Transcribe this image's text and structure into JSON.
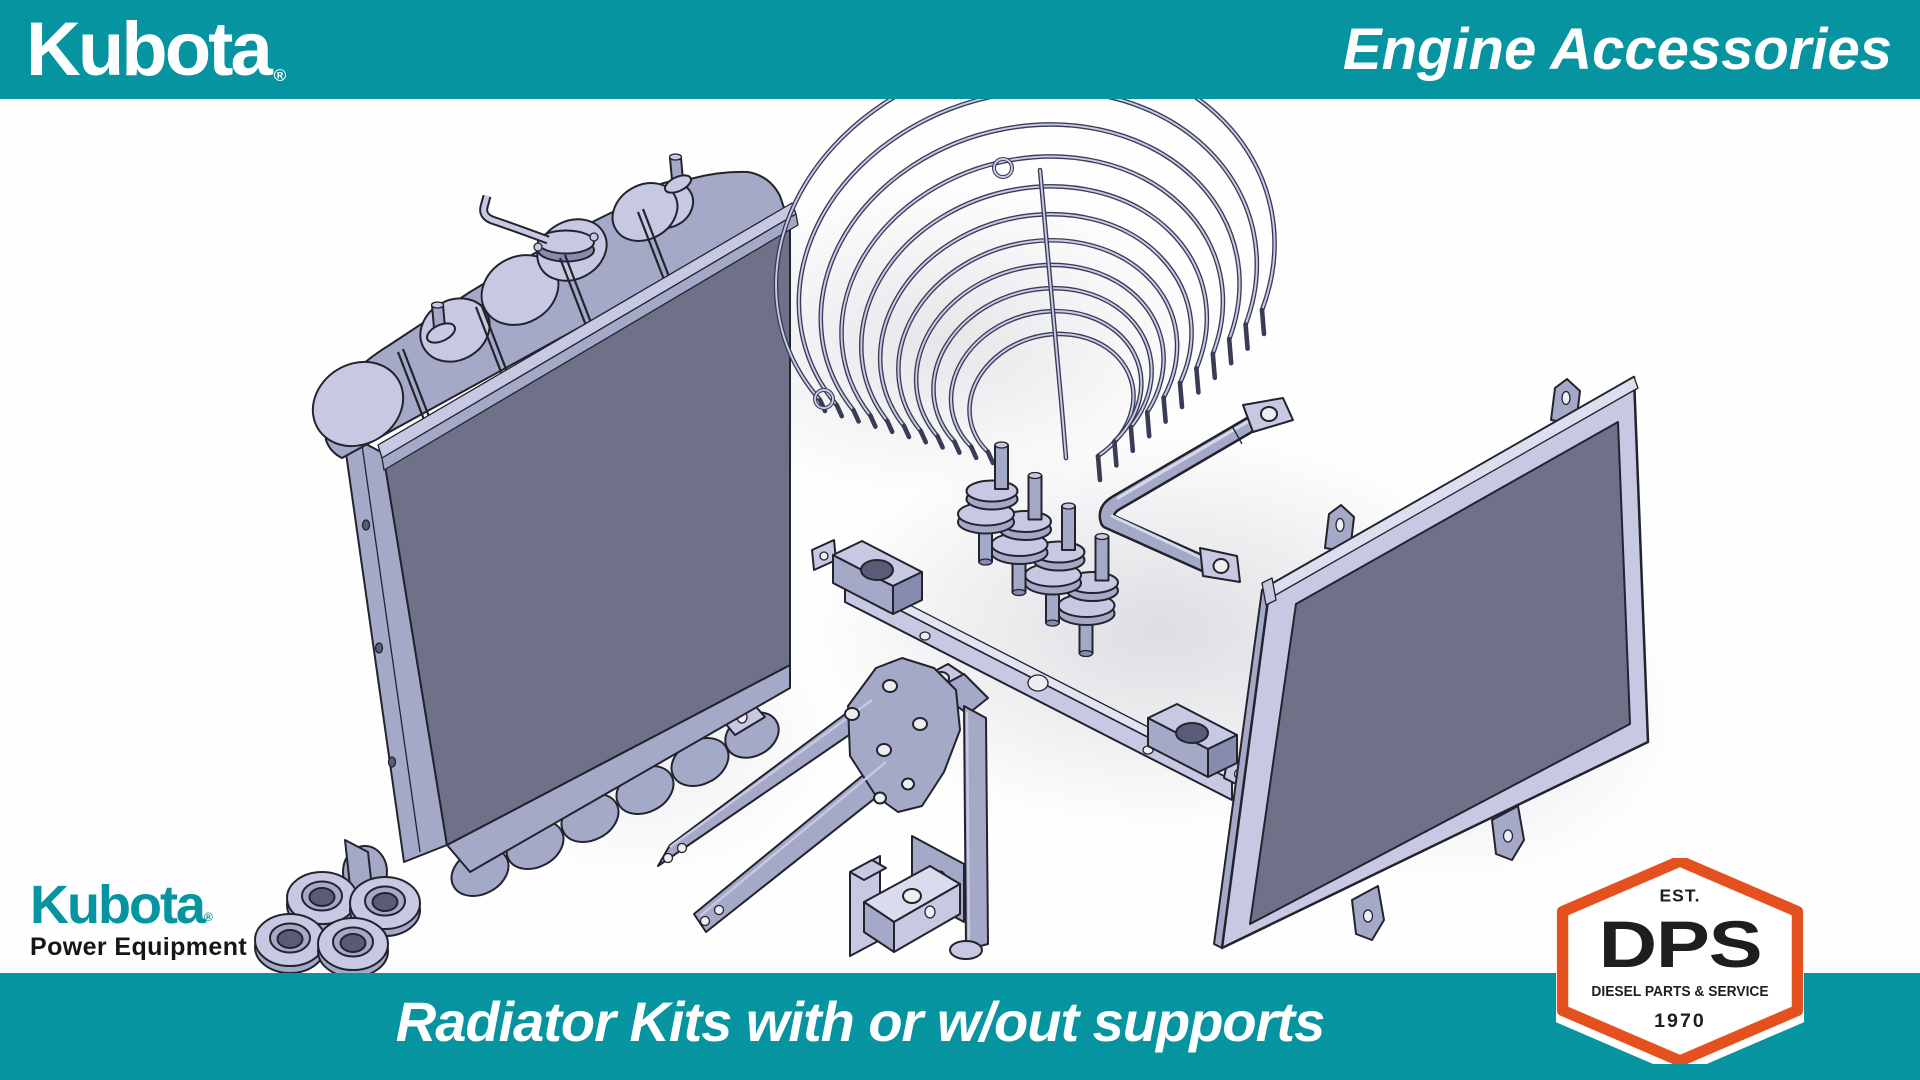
{
  "header": {
    "brand": "Kubota",
    "brand_reg": "®",
    "title": "Engine Accessories"
  },
  "footer": {
    "title": "Radiator Kits with or w/out supports"
  },
  "power_equipment_logo": {
    "brand": "Kubota",
    "reg": "®",
    "subtitle": "Power Equipment"
  },
  "dps_badge": {
    "est": "EST.",
    "name": "DPS",
    "subtitle": "DIESEL PARTS & SERVICE",
    "year": "1970"
  },
  "colors": {
    "teal": "#0694A0",
    "badge_orange": "#E5501F",
    "ink": "#1E1E20",
    "cad_light": "#C6C9E1",
    "cad_mid": "#A5A9C8",
    "cad_shade": "#878BB0",
    "cad_core": "#6F7188",
    "cad_line": "#23232E",
    "wire": "#3A3C55",
    "wire_light": "#C9CCE6",
    "hole_bg": "#EDEDF2"
  },
  "illustration": {
    "parts": [
      "radiator-assembly",
      "fan-guard",
      "vibration-mounts",
      "support-bar",
      "stay-rod",
      "bracket-arms",
      "corner-bracket",
      "support-strap",
      "core-panel",
      "grommets"
    ]
  }
}
